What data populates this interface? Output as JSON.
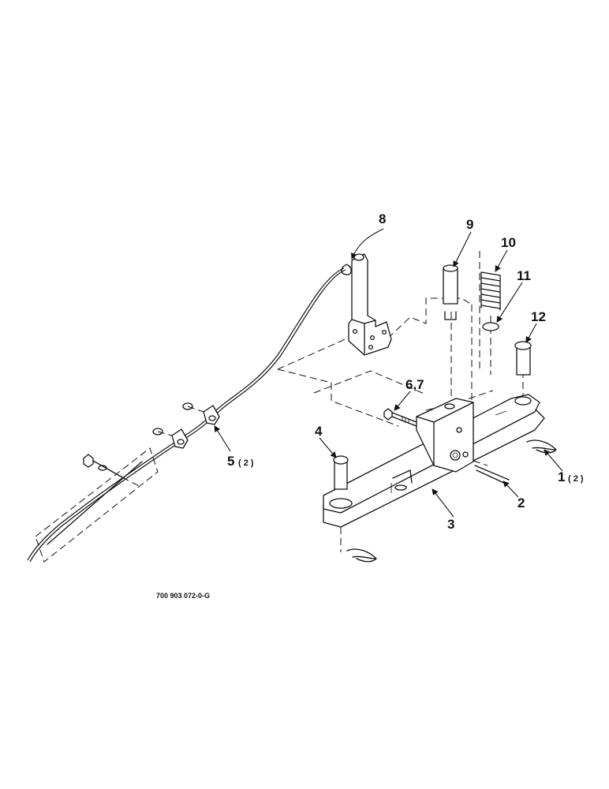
{
  "drawing_code": "700 903 072-0-G",
  "callouts": {
    "c1": {
      "number": "1",
      "qty": "( 2 )"
    },
    "c2": {
      "number": "2"
    },
    "c3": {
      "number": "3"
    },
    "c4": {
      "number": "4"
    },
    "c5": {
      "number": "5",
      "qty": "( 2 )"
    },
    "c67": {
      "number": "6,7"
    },
    "c8": {
      "number": "8"
    },
    "c9": {
      "number": "9"
    },
    "c10": {
      "number": "10"
    },
    "c11": {
      "number": "11"
    },
    "c12": {
      "number": "12"
    }
  },
  "colors": {
    "ink": "#111111",
    "paper": "#ffffff"
  }
}
